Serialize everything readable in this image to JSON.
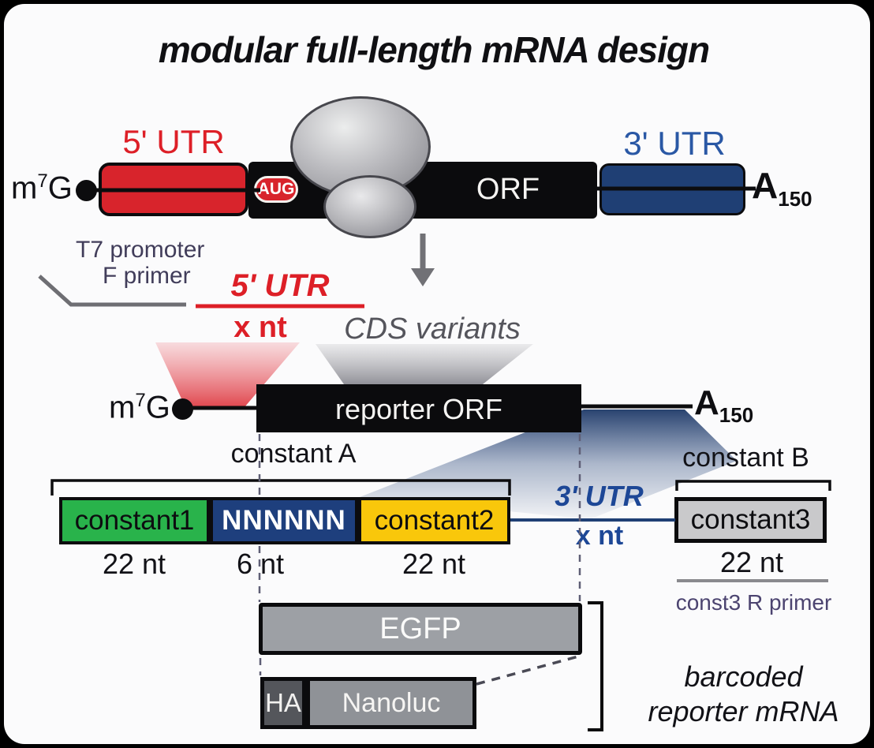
{
  "title": "modular full-length mRNA design",
  "top_mrna": {
    "cap_m": "m",
    "cap_sup": "7",
    "cap_g": "G",
    "utr5_label": "5' UTR",
    "aug_label": "AUG",
    "orf_label": "ORF",
    "utr3_label": "3' UTR",
    "polya_base": "A",
    "polya_sub": "150"
  },
  "annotations": {
    "t7_promoter": "T7 promoter",
    "f_primer": "F primer",
    "utr5_variable": "5' UTR",
    "utr5_nt": "x nt",
    "cds_variants": "CDS variants"
  },
  "middle_mrna": {
    "cap_m": "m",
    "cap_sup": "7",
    "cap_g": "G",
    "orf_label": "reporter ORF",
    "polya_base": "A",
    "polya_sub": "150"
  },
  "barcode_region": {
    "constant_a_label": "constant A",
    "constant_b_label": "constant B",
    "boxes": [
      {
        "label": "constant1",
        "nt": "22 nt",
        "color": "#29b34b"
      },
      {
        "label": "NNNNNN",
        "nt": "6 nt",
        "color": "#1e3f7d"
      },
      {
        "label": "constant2",
        "nt": "22 nt",
        "color": "#f9c70b"
      }
    ],
    "utr3_label": "3' UTR",
    "utr3_nt": "x nt",
    "constant3": {
      "label": "constant3",
      "nt": "22 nt",
      "primer": "const3 R primer",
      "color": "#c9c9cb"
    }
  },
  "reporters": {
    "egfp_label": "EGFP",
    "ha_label": "HA",
    "nanoluc_label": "Nanoluc",
    "caption_line1": "barcoded",
    "caption_line2": "reporter mRNA"
  },
  "colors": {
    "utr5_red": "#d8242c",
    "utr3_navy": "#1f3f74",
    "barcode_green": "#29b34b",
    "barcode_navy": "#1e3f7d",
    "barcode_yellow": "#f9c70b",
    "orf_black": "#0b0b0d",
    "gray_box": "#9da0a5",
    "primer_purple": "#4c4470"
  }
}
